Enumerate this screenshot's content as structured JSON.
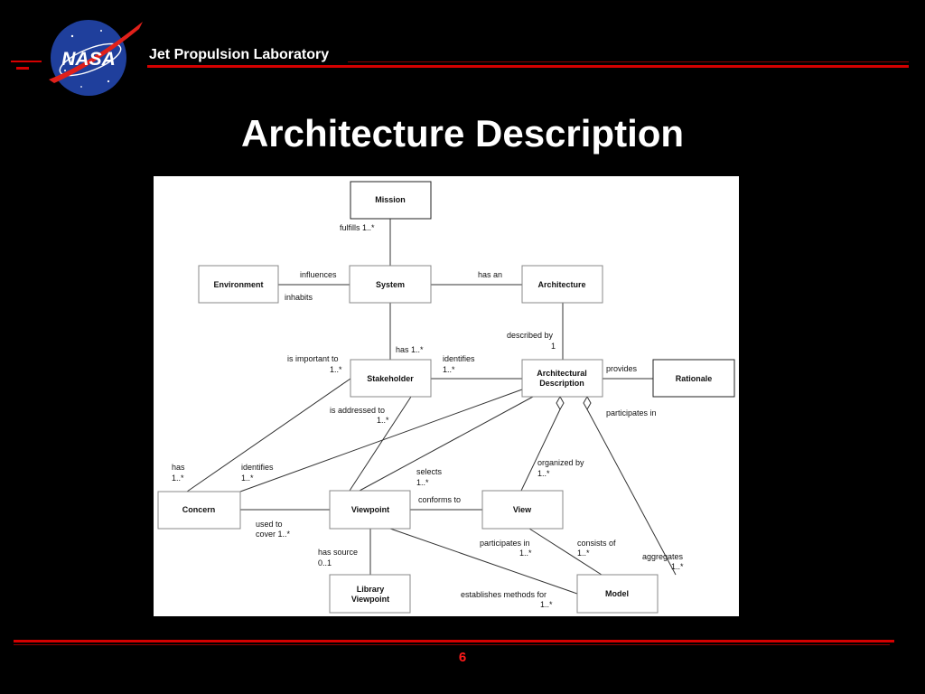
{
  "header": {
    "organization": "Jet Propulsion Laboratory",
    "logo_text": "NASA"
  },
  "slide": {
    "title": "Architecture Description",
    "page_number": "6"
  },
  "diagram": {
    "nodes": {
      "mission": "Mission",
      "environment": "Environment",
      "system": "System",
      "architecture": "Architecture",
      "stakeholder": "Stakeholder",
      "architectural_description_1": "Architectural",
      "architectural_description_2": "Description",
      "rationale": "Rationale",
      "concern": "Concern",
      "viewpoint": "Viewpoint",
      "view": "View",
      "library_viewpoint_1": "Library",
      "library_viewpoint_2": "Viewpoint",
      "model": "Model"
    },
    "edge_labels": {
      "fulfills": "fulfills 1..*",
      "influences": "influences",
      "inhabits": "inhabits",
      "has_an": "has an",
      "described_by_1": "described by",
      "described_by_2": "1",
      "has_stakeholder": "has 1..*",
      "is_important_to_1": "is important to",
      "is_important_to_2": "1..*",
      "identifies_sh_1": "identifies",
      "identifies_sh_2": "1..*",
      "provides": "provides",
      "participates_in_ad": "participates in",
      "is_addressed_to_1": "is addressed to",
      "is_addressed_to_2": "1..*",
      "has_concern_1": "has",
      "has_concern_2": "1..*",
      "identifies_concern_1": "identifies",
      "identifies_concern_2": "1..*",
      "selects_1": "selects",
      "selects_2": "1..*",
      "organized_by_1": "organized by",
      "organized_by_2": "1..*",
      "conforms_to": "conforms to",
      "used_to_cover_1": "used to",
      "used_to_cover_2": "cover 1..*",
      "has_source_1": "has source",
      "has_source_2": "0..1",
      "participates_in_view_1": "participates in",
      "participates_in_view_2": "1..*",
      "consists_of_1": "consists of",
      "consists_of_2": "1..*",
      "aggregates_1": "aggregates",
      "aggregates_2": "1..*",
      "establishes_methods_1": "establishes methods for",
      "establishes_methods_2": "1..*"
    }
  },
  "colors": {
    "background": "#000000",
    "accent_red": "#d40000",
    "page_number": "#ff1a1a",
    "nasa_blue": "#1f3f9c"
  }
}
